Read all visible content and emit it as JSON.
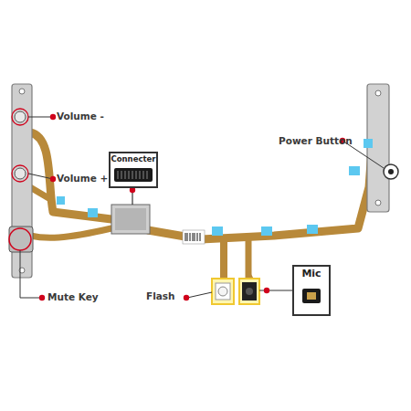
{
  "diagram": {
    "nodes": [
      {
        "text": [
          "Connecter"
        ]
      },
      {
        "text": [
          "Mic"
        ]
      }
    ],
    "labels": [
      "Volume -",
      "Volume +",
      "Power Button",
      "Mute Key",
      "Flash"
    ]
  }
}
